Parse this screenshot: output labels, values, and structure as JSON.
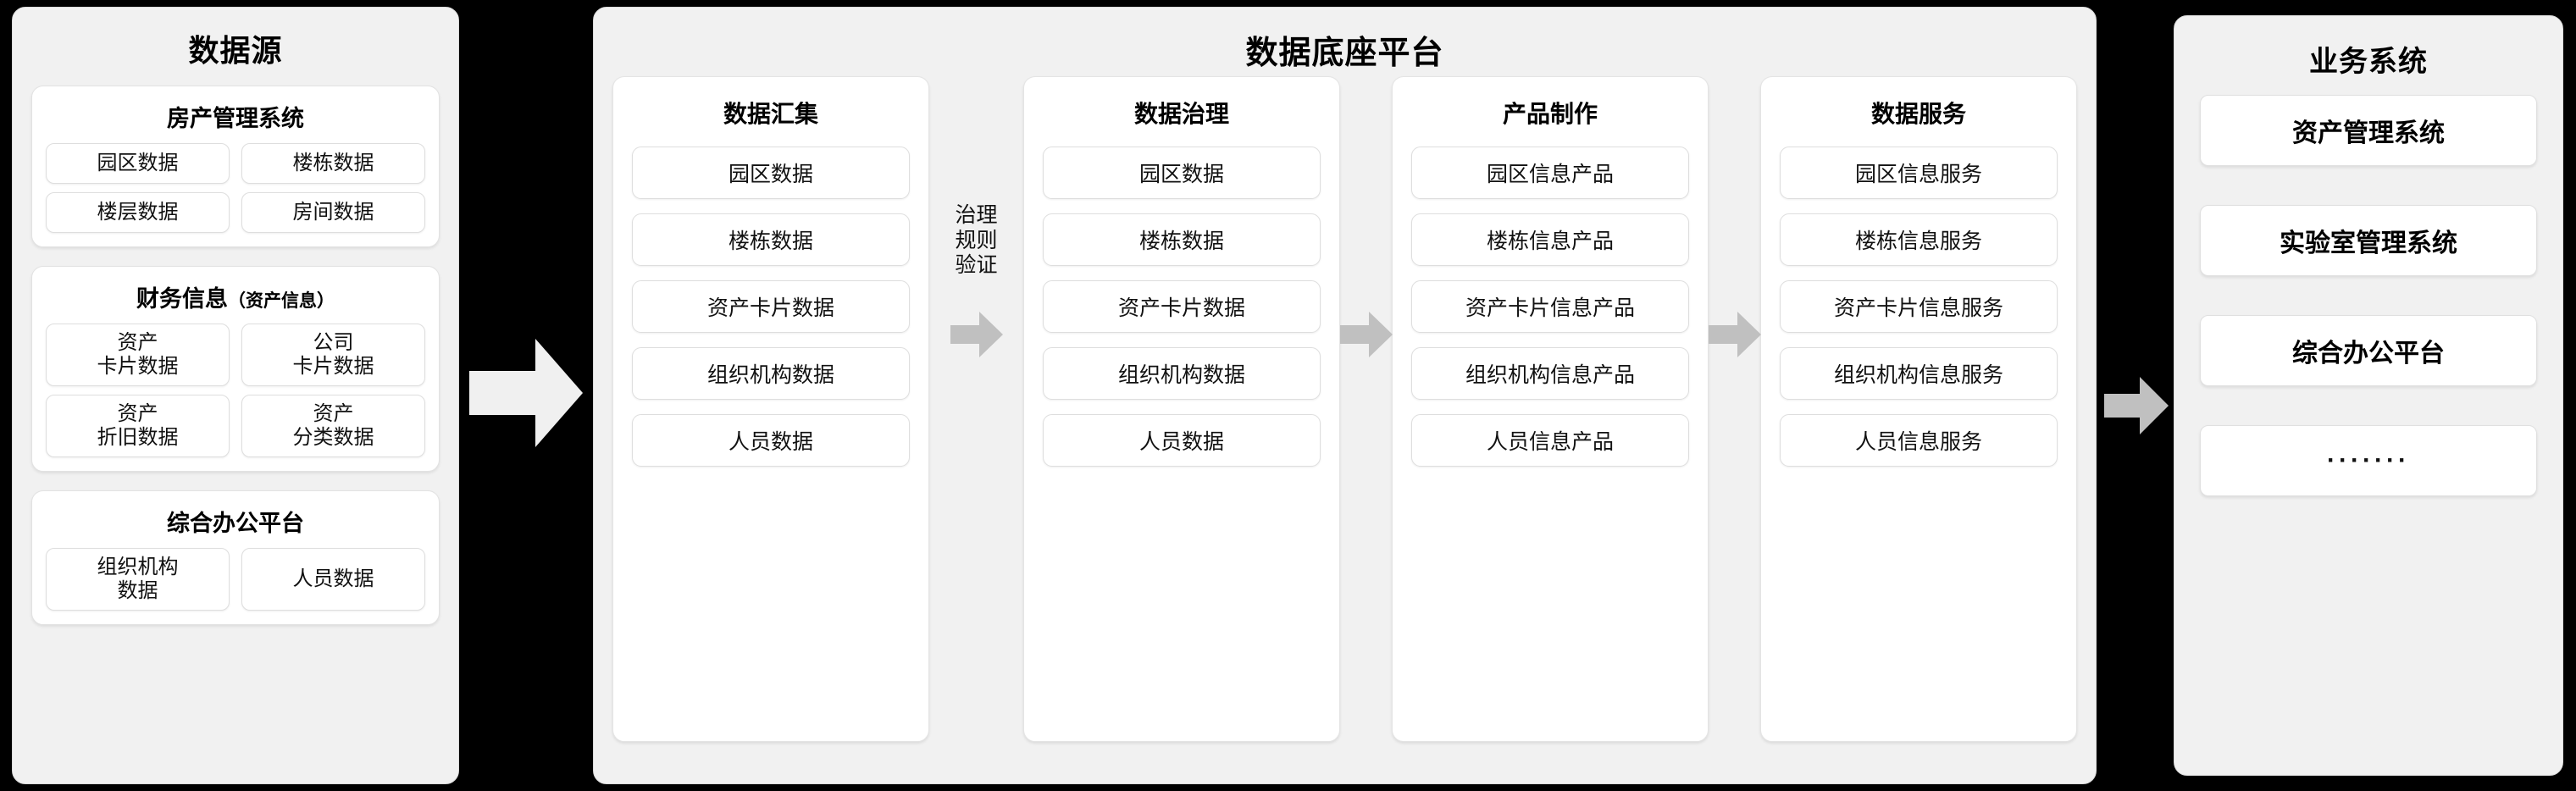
{
  "colors": {
    "panel_bg": "#f1f1f1",
    "card_bg": "#ffffff",
    "border": "#dedede",
    "canvas": "#000000",
    "arrow_large": "#f0f0f0",
    "arrow_small": "#c0c0c0"
  },
  "source": {
    "title": "数据源",
    "groups": [
      {
        "title": "房产管理系统",
        "title_sub": "",
        "items": [
          "园区数据",
          "楼栋数据",
          "楼层数据",
          "房间数据"
        ],
        "two_line": false
      },
      {
        "title": "财务信息",
        "title_sub": "（资产信息）",
        "items": [
          "资产\n卡片数据",
          "公司\n卡片数据",
          "资产\n折旧数据",
          "资产\n分类数据"
        ],
        "two_line": true
      },
      {
        "title": "综合办公平台",
        "title_sub": "",
        "items": [
          "组织机构\n数据",
          "人员数据"
        ],
        "two_line": true
      }
    ]
  },
  "platform": {
    "title": "数据底座平台",
    "stages": [
      {
        "title": "数据汇集",
        "items": [
          "园区数据",
          "楼栋数据",
          "资产卡片数据",
          "组织机构数据",
          "人员数据"
        ]
      },
      {
        "title": "数据治理",
        "items": [
          "园区数据",
          "楼栋数据",
          "资产卡片数据",
          "组织机构数据",
          "人员数据"
        ]
      },
      {
        "title": "产品制作",
        "items": [
          "园区信息产品",
          "楼栋信息产品",
          "资产卡片信息产品",
          "组织机构信息产品",
          "人员信息产品"
        ]
      },
      {
        "title": "数据服务",
        "items": [
          "园区信息服务",
          "楼栋信息服务",
          "资产卡片信息服务",
          "组织机构信息服务",
          "人员信息服务"
        ]
      }
    ],
    "connectors": [
      {
        "label": "治理\n规则\n验证"
      },
      {
        "label": ""
      },
      {
        "label": ""
      }
    ]
  },
  "business": {
    "title": "业务系统",
    "items": [
      "资产管理系统",
      "实验室管理系统",
      "综合办公平台",
      "·······"
    ]
  }
}
